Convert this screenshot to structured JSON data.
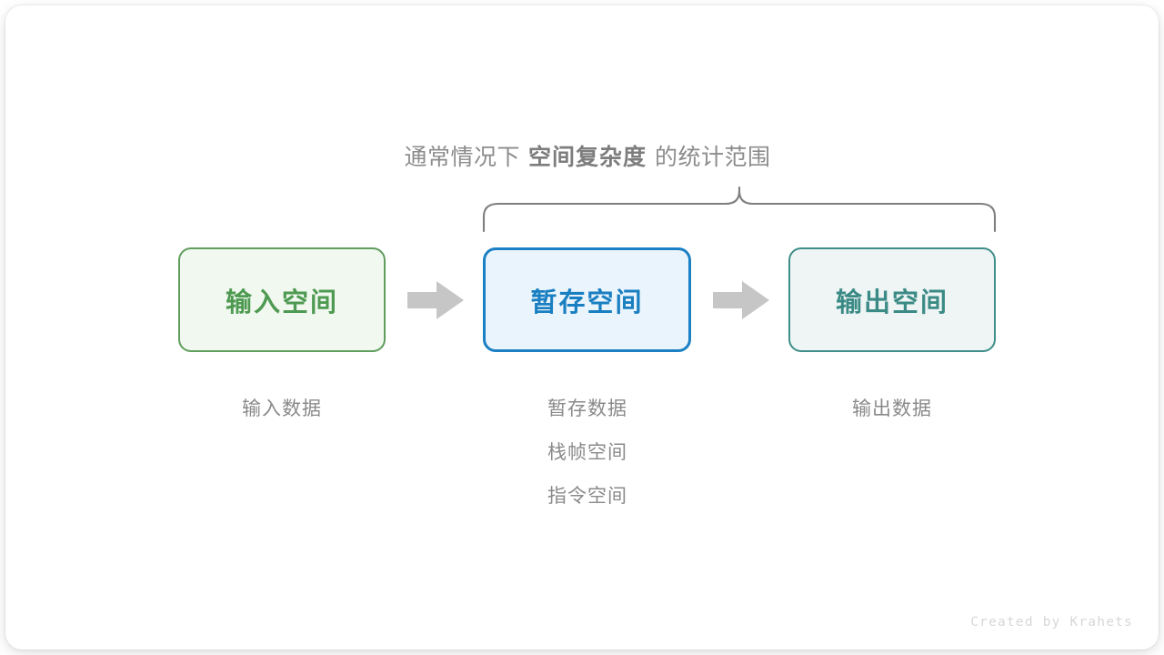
{
  "diagram": {
    "heading": {
      "prefix": "通常情况下",
      "emphasis": "空间复杂度",
      "suffix": "的统计范围"
    },
    "brace": {
      "name": "curly-brace-span",
      "color": "#7f7f7f"
    },
    "boxes": [
      {
        "id": "input-space",
        "label": "输入空间",
        "border_color": "#5f9e5c",
        "fill_color": "#f1f8f0",
        "text_color": "#4e9a51"
      },
      {
        "id": "temp-space",
        "label": "暂存空间",
        "border_color": "#1b80c4",
        "fill_color": "#eaf4fd",
        "text_color": "#1a7fc1"
      },
      {
        "id": "output-space",
        "label": "输出空间",
        "border_color": "#3f8e89",
        "fill_color": "#eef5f4",
        "text_color": "#3b8a85"
      }
    ],
    "arrows": [
      {
        "id": "arrow-input-to-temp",
        "icon": "right-arrow-icon",
        "color": "#c6c6c6"
      },
      {
        "id": "arrow-temp-to-output",
        "icon": "right-arrow-icon",
        "color": "#c6c6c6"
      }
    ],
    "captions": [
      {
        "id": "input-captions",
        "lines": [
          "输入数据"
        ]
      },
      {
        "id": "temp-captions",
        "lines": [
          "暂存数据",
          "栈帧空间",
          "指令空间"
        ]
      },
      {
        "id": "output-captions",
        "lines": [
          "输出数据"
        ]
      }
    ],
    "watermark": "Created by Krahets"
  }
}
